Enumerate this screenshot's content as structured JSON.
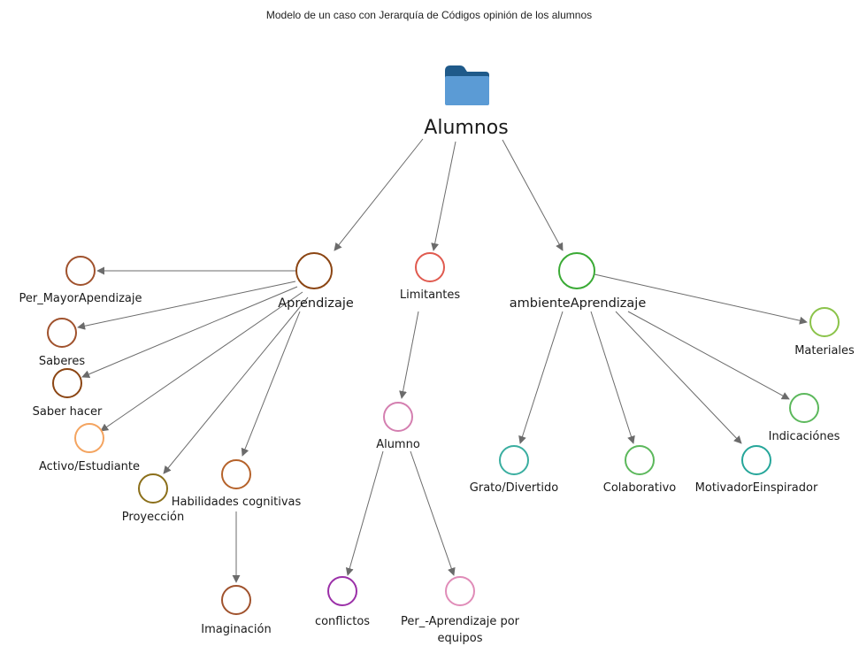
{
  "title": "Modelo de un caso con Jerarquía de Códigos opinión de los alumnos",
  "root": {
    "label": "Alumnos",
    "icon": "folder-icon",
    "color": "#5b9bd5",
    "dark": "#1f5a8a"
  },
  "nodes": {
    "aprendizaje": {
      "label": "Aprendizaje",
      "color": "#8b4513"
    },
    "limitantes": {
      "label": "Limitantes",
      "color": "#e05a4f"
    },
    "ambiente": {
      "label": "ambienteAprendizaje",
      "color": "#3aaa35"
    },
    "per_mayor": {
      "label": "Per_MayorApendizaje",
      "color": "#a0522d"
    },
    "saberes": {
      "label": "Saberes",
      "color": "#a0522d"
    },
    "saber_hacer": {
      "label": "Saber hacer",
      "color": "#8b4513"
    },
    "activo": {
      "label": "Activo/Estudiante",
      "color": "#f4a460"
    },
    "proyeccion": {
      "label": "Proyección",
      "color": "#8b6f1a"
    },
    "habilidades": {
      "label": "Habilidades cognitivas",
      "color": "#b5622a"
    },
    "imaginacion": {
      "label": "Imaginación",
      "color": "#a0522d"
    },
    "alumno": {
      "label": "Alumno",
      "color": "#d47fb0"
    },
    "conflictos": {
      "label": "conflictos",
      "color": "#9b30a8"
    },
    "per_equipos": {
      "label_line1": "Per_-Aprendizaje por",
      "label_line2": "equipos",
      "color": "#e08cb8"
    },
    "materiales": {
      "label": "Materiales",
      "color": "#8bc34a"
    },
    "indicaciones": {
      "label": "Indicaciónes",
      "color": "#5cb85c"
    },
    "grato": {
      "label": "Grato/Divertido",
      "color": "#3aaea0"
    },
    "colaborativo": {
      "label": "Colaborativo",
      "color": "#5cb85c"
    },
    "motivador": {
      "label": "MotivadorEinspirador",
      "color": "#26a69a"
    }
  },
  "edge_color": "#6b6b6b"
}
